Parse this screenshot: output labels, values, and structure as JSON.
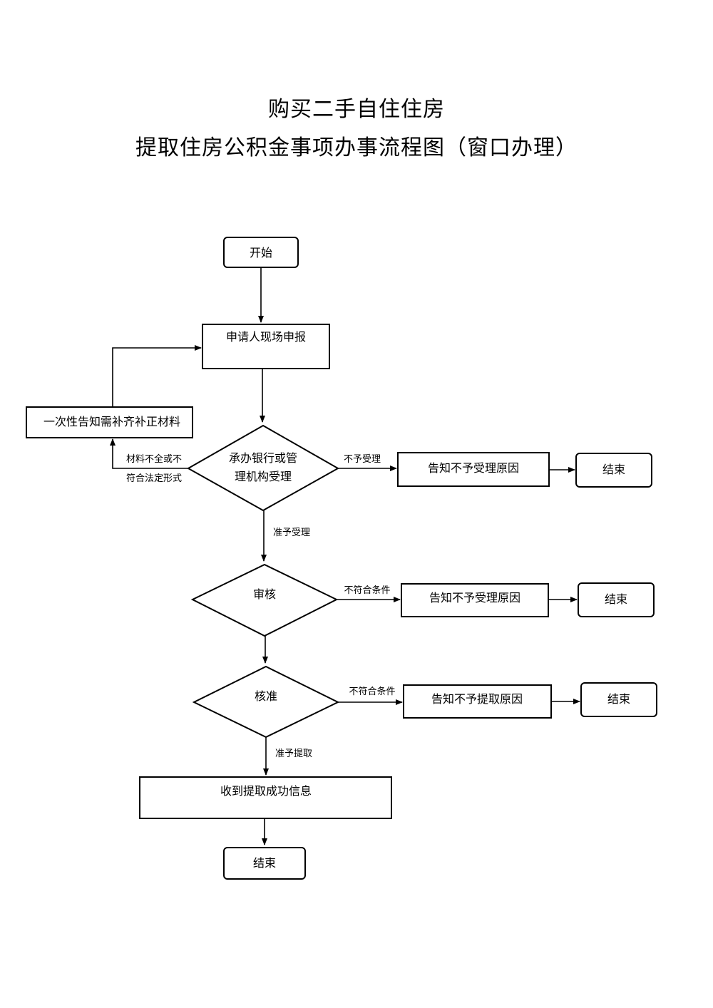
{
  "title": {
    "line1": "购买二手自住住房",
    "line2": "提取住房公积金事项办事流程图（窗口办理）"
  },
  "nodes": {
    "start": "开始",
    "apply": "申请人现场申报",
    "notify_supplement": "一次性告知需补齐补正材料",
    "accept_line1": "承办银行或管",
    "accept_line2": "理机构受理",
    "reject_reason_1": "告知不予受理原因",
    "end_1": "结束",
    "review": "审核",
    "reject_reason_2": "告知不予受理原因",
    "end_2": "结束",
    "approve": "核准",
    "reject_reason_3": "告知不予提取原因",
    "end_3": "结束",
    "success": "收到提取成功信息",
    "end_final": "结束"
  },
  "edges": {
    "incomplete_line1": "材料不全或不",
    "incomplete_line2": "符合法定形式",
    "not_accepted": "不予受理",
    "accepted": "准予受理",
    "not_qualified_1": "不符合条件",
    "not_qualified_2": "不符合条件",
    "approved_withdraw": "准予提取"
  }
}
